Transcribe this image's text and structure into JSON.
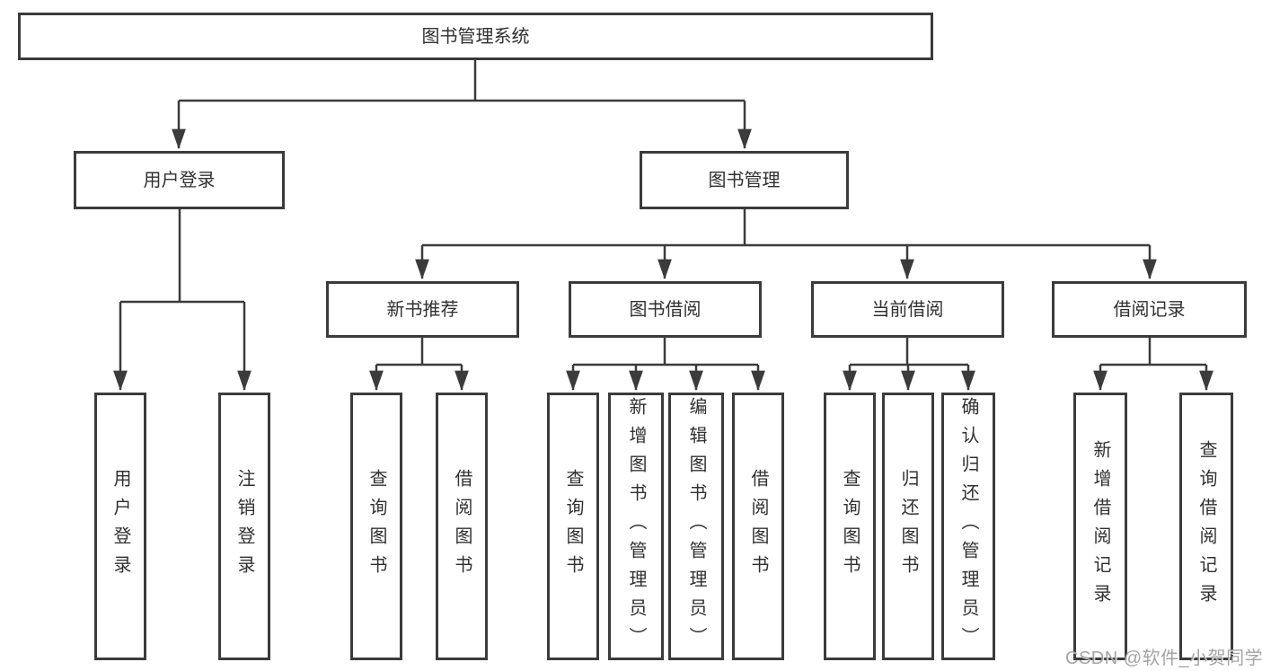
{
  "tree": {
    "root": {
      "label": "图书管理系统",
      "children": [
        {
          "label": "用户登录",
          "children": [
            {
              "label": "用户登录"
            },
            {
              "label": "注销登录"
            }
          ]
        },
        {
          "label": "图书管理",
          "children": [
            {
              "label": "新书推荐",
              "children": [
                {
                  "label": "查询图书"
                },
                {
                  "label": "借阅图书"
                }
              ]
            },
            {
              "label": "图书借阅",
              "children": [
                {
                  "label": "查询图书"
                },
                {
                  "label": "新增图书（管理员）"
                },
                {
                  "label": "编辑图书（管理员）"
                },
                {
                  "label": "借阅图书"
                }
              ]
            },
            {
              "label": "当前借阅",
              "children": [
                {
                  "label": "查询图书"
                },
                {
                  "label": "归还图书"
                },
                {
                  "label": "确认归还（管理员）"
                }
              ]
            },
            {
              "label": "借阅记录",
              "children": [
                {
                  "label": "新增借阅记录"
                },
                {
                  "label": "查询借阅记录"
                }
              ]
            }
          ]
        }
      ]
    }
  },
  "watermark": {
    "text": "CSDN @软件_小贺同学",
    "color": "#9e9c9a"
  },
  "colors": {
    "line": "#3b3b3b",
    "box_border": "#3b3b3b",
    "box_fill": "#ffffff",
    "text": "#303030",
    "background": "#ffffff"
  }
}
